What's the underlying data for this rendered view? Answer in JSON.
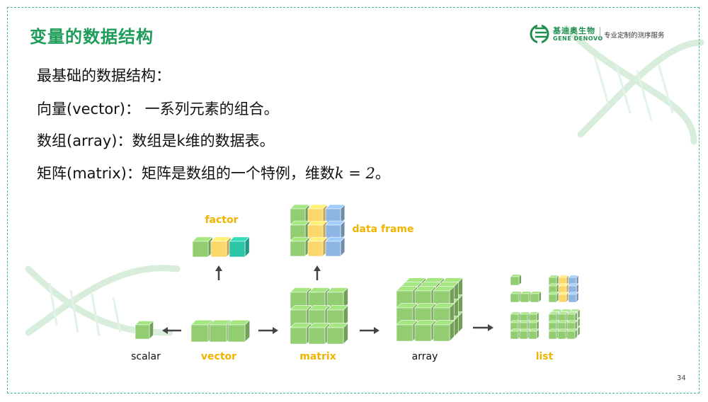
{
  "title": "变量的数据结构",
  "logo": {
    "name_cn": "基迪奥生物",
    "name_en": "GENE DENOVO",
    "slogan": "专业定制的测序服务"
  },
  "body": {
    "line1": "最基础的数据结构：",
    "line2": "向量(vector)：  一系列元素的组合。",
    "line3": "数组(array)：数组是k维的数据表。",
    "line4_prefix": "矩阵(matrix)：矩阵是数组的一个特例，维数",
    "line4_math": "k = 2",
    "line4_suffix": "。"
  },
  "diagram": {
    "labels": {
      "factor": "factor",
      "data_frame": "data frame",
      "scalar": "scalar",
      "vector": "vector",
      "matrix": "matrix",
      "array": "array",
      "list": "list"
    },
    "colors": {
      "green": "#92cd72",
      "yellow": "#fbd66b",
      "blue": "#8fb5e2",
      "teal": "#2ec4a6",
      "label_yellow": "#f0b400",
      "arrow": "#444444"
    }
  },
  "page_number": "34"
}
